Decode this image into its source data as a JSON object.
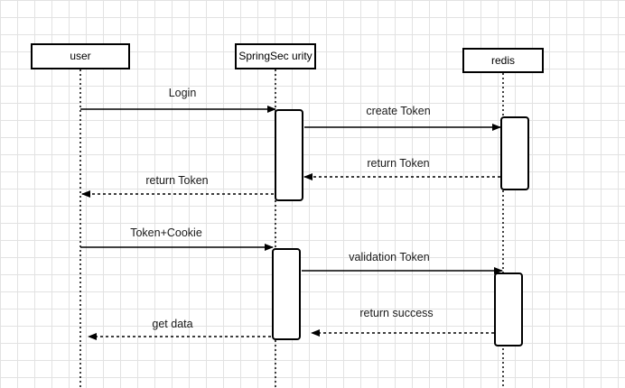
{
  "participants": {
    "user": {
      "label": "user"
    },
    "security": {
      "label": "SpringSec urity"
    },
    "redis": {
      "label": "redis"
    }
  },
  "messages": [
    {
      "label": "Login",
      "from": "user",
      "to": "security",
      "style": "solid"
    },
    {
      "label": "create Token",
      "from": "security",
      "to": "redis",
      "style": "solid"
    },
    {
      "label": "return Token",
      "from": "redis",
      "to": "security",
      "style": "dashed"
    },
    {
      "label": "return Token",
      "from": "security",
      "to": "user",
      "style": "dashed"
    },
    {
      "label": "Token+Cookie",
      "from": "user",
      "to": "security",
      "style": "solid"
    },
    {
      "label": "validation Token",
      "from": "security",
      "to": "redis",
      "style": "solid"
    },
    {
      "label": "return success",
      "from": "redis",
      "to": "security",
      "style": "dashed"
    },
    {
      "label": "get data",
      "from": "security",
      "to": "user",
      "style": "dashed"
    }
  ],
  "colors": {
    "line": "#000000",
    "grid": "#e2e2e2",
    "text": "#1a1a1a"
  }
}
